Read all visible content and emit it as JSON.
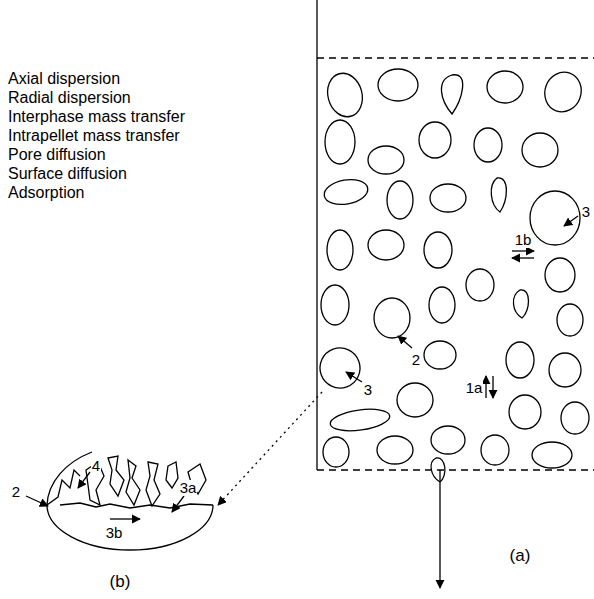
{
  "diagram": {
    "labels": [
      "Axial dispersion",
      "Radial dispersion",
      "Interphase mass transfer",
      "Intrapellet mass transfer",
      "Pore diffusion",
      "Surface diffusion",
      "Adsorption",
      "3",
      "1b",
      "2",
      "3",
      "1a",
      "(a)",
      "2",
      "4",
      "3b",
      "3a",
      "(b)"
    ]
  }
}
